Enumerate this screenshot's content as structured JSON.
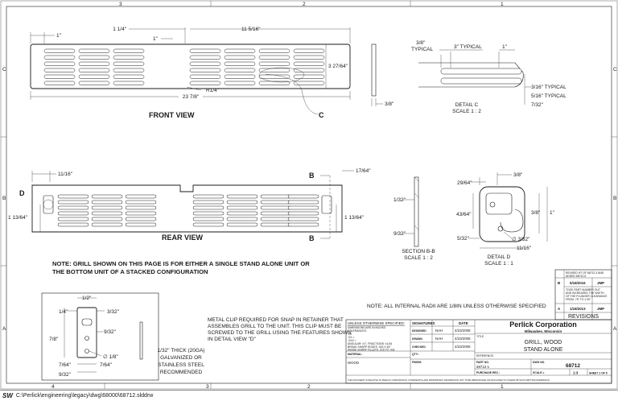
{
  "grid": {
    "top": [
      "3",
      "2",
      "1"
    ],
    "bottom": [
      "4",
      "3",
      "2",
      "1"
    ],
    "side": [
      "C",
      "B",
      "A"
    ]
  },
  "front_view": {
    "title": "FRONT VIEW",
    "dims": {
      "overall_width": "23 7/8\"",
      "height": "3 27/64\"",
      "left_offset": "1\"",
      "slot_left": "1 1/4\"",
      "slot_gap": "1\"",
      "slot_right": "11 5/16\"",
      "radius": "R1/4\"",
      "thickness": "3/8\""
    },
    "callout": "C"
  },
  "detail_c": {
    "title": "DETAIL C",
    "scale": "SCALE 1 : 2",
    "dims": {
      "top": "3/8\"",
      "typical_label": "TYPICAL",
      "slot_len": "3\" TYPICAL",
      "slot_gap": "1\"",
      "d1": "3/16\" TYPICAL",
      "d2": "5/16\" TYPICAL",
      "d3": "7/32\""
    }
  },
  "rear_view": {
    "title": "REAR VIEW",
    "dims": {
      "top_left": "11/16\"",
      "left_height": "1 13/64\"",
      "right_height": "1 13/64\"",
      "right_top": "17/64\""
    },
    "callout_d": "D",
    "section_marker": "B"
  },
  "section_bb": {
    "title": "SECTION B-B",
    "scale": "SCALE 1 : 2",
    "dims": {
      "top": "1/32\"",
      "bottom": "9/32\""
    }
  },
  "detail_d": {
    "title": "DETAIL D",
    "scale": "SCALE 1 : 1",
    "dims": {
      "top": "3/8\"",
      "tl": "29/64\"",
      "left": "43/64\"",
      "right": "3/8\"",
      "right2": "1\"",
      "bottom_left": "5/32\"",
      "hole": "∅ 3/32\"",
      "bottom": "11/16\""
    }
  },
  "notes": {
    "grill_note_1": "NOTE: GRILL SHOWN ON THIS PAGE IS FOR EITHER A SINGLE  STAND ALONE UNIT OR",
    "grill_note_2": "THE BOTTOM UNIT OF A STACKED CONFIGURATION",
    "radii_note": "NOTE:  ALL INTERNAL RADII ARE 1/8IN UNLESS OTHERWISE SPECIFIED",
    "clip_note": [
      "METAL CLIP REQUIRED FOR SNAP IN RETAINER THAT",
      "ASSEMBLES GRILL TO THE UNIT.  THIS CLIP MUST BE",
      "SCREWED TO THE GRILL USING THE FEATURES SHOWN",
      "IN DETAIL VIEW \"D\""
    ]
  },
  "clip": {
    "dims": {
      "top": "1/2\"",
      "left_top": "1/4\"",
      "right_top": "3/32\"",
      "height": "7/8\"",
      "mid": "9/32\"",
      "hole": "∅ 1/8\"",
      "bl": "7/64\"",
      "br": "7/64\"",
      "bottom": "9/32\""
    },
    "material_note": [
      "1/32\" THICK (20GA)",
      "GALVANIZED OR",
      "STAINLESS STEEL",
      "RECOMMENDED"
    ]
  },
  "revisions": {
    "header": "REVISIONS",
    "rows": [
      {
        "rev": "B",
        "desc": [
          "REVISED HT OF 68712-3 AND",
          "ADDED 68712-5"
        ],
        "date": "5/18/2016",
        "by": "JMP"
      },
      {
        "rev": "A",
        "desc": [
          "TOOK PART NUMBER OUT",
          "AND INCREASED THE WIDTH",
          "OF THE PLUNGER CLEARANCE",
          "FROM .75\" TO 1.00\""
        ],
        "date": "1/18/2013",
        "by": "JMP"
      }
    ]
  },
  "title_block": {
    "company": "Perlick Corporation",
    "location": "Milwaukee, Wisconsin",
    "tolerance_header": "UNLESS OTHERWISE SPECIFIED:",
    "tolerance_lines": [
      "DIMENSIONS ARE IN INCHES",
      "TOLERANCES:",
      ".X=",
      ".XX =",
      ".XXX =",
      "ANGULAR: ±1°, FRACTIONS: ±1/16",
      "BREAK SHARP EDGES .015 X 45°",
      "INSIDE SHARP FILLETS .015 TO .031"
    ],
    "sig_header": "SIGNATURES",
    "date_header": "DATE",
    "signatures": [
      {
        "role": "DESIGNED",
        "name": "NAH",
        "date": "4/23/2008"
      },
      {
        "role": "DRAWN",
        "name": "NAH",
        "date": "4/23/2008"
      },
      {
        "role": "CHECKED",
        "name": "",
        "date": "4/23/2008"
      }
    ],
    "title_label": "TITLE",
    "title": [
      "GRILL, WOOD",
      "STAND ALONE"
    ],
    "material_label": "MATERIAL:",
    "material": "WOOD",
    "qty_label": "QTY.:",
    "finish_label": "FINISH:",
    "reference_label": "REFERENCE:",
    "part_no_label": "PART NO.",
    "part_no": "68712-1",
    "dwg_no_label": "DWG NO.",
    "dwg_no": "68712",
    "purchase_label": "PURCHASE REC.:",
    "scale_label": "SCALE =",
    "scale": "1:3",
    "sheet": "SHEET 1 OF 5",
    "confidential": "THIS DOCUMENT IS RELATIVE TO PERLICK CORPORATION. CONFIDENTIAL AND PROPRIETARY INFORMATION. NOT TO BE REPRODUCED OR DISCLOSED TO OTHERS WITHOUT WRITTEN PERMISSION."
  },
  "status_bar": {
    "app": "SW",
    "path": "C:\\Perlick\\engineering\\legacy\\dwg\\68000\\68712.slddrw"
  }
}
